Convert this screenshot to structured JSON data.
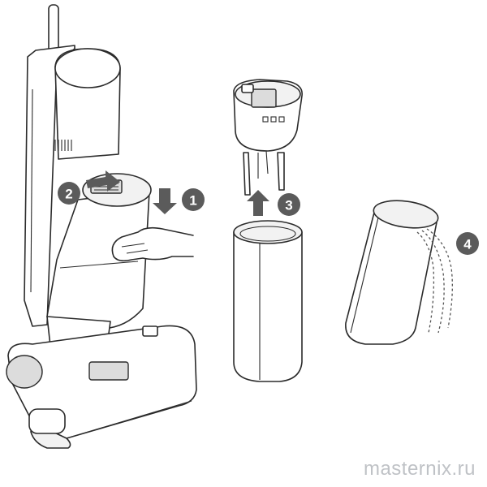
{
  "steps": [
    {
      "number": "1"
    },
    {
      "number": "2"
    },
    {
      "number": "3"
    },
    {
      "number": "4"
    }
  ],
  "watermark": "masternix.ru",
  "colors": {
    "outline": "#2b2b2b",
    "badge": "#5b5b5b",
    "arrow": "#5b5b5b",
    "watermark": "#bfc2c6"
  },
  "icons": [
    "arrow-down-icon",
    "arrow-up-icon",
    "arrow-right-icon",
    "water-pour-icon"
  ]
}
